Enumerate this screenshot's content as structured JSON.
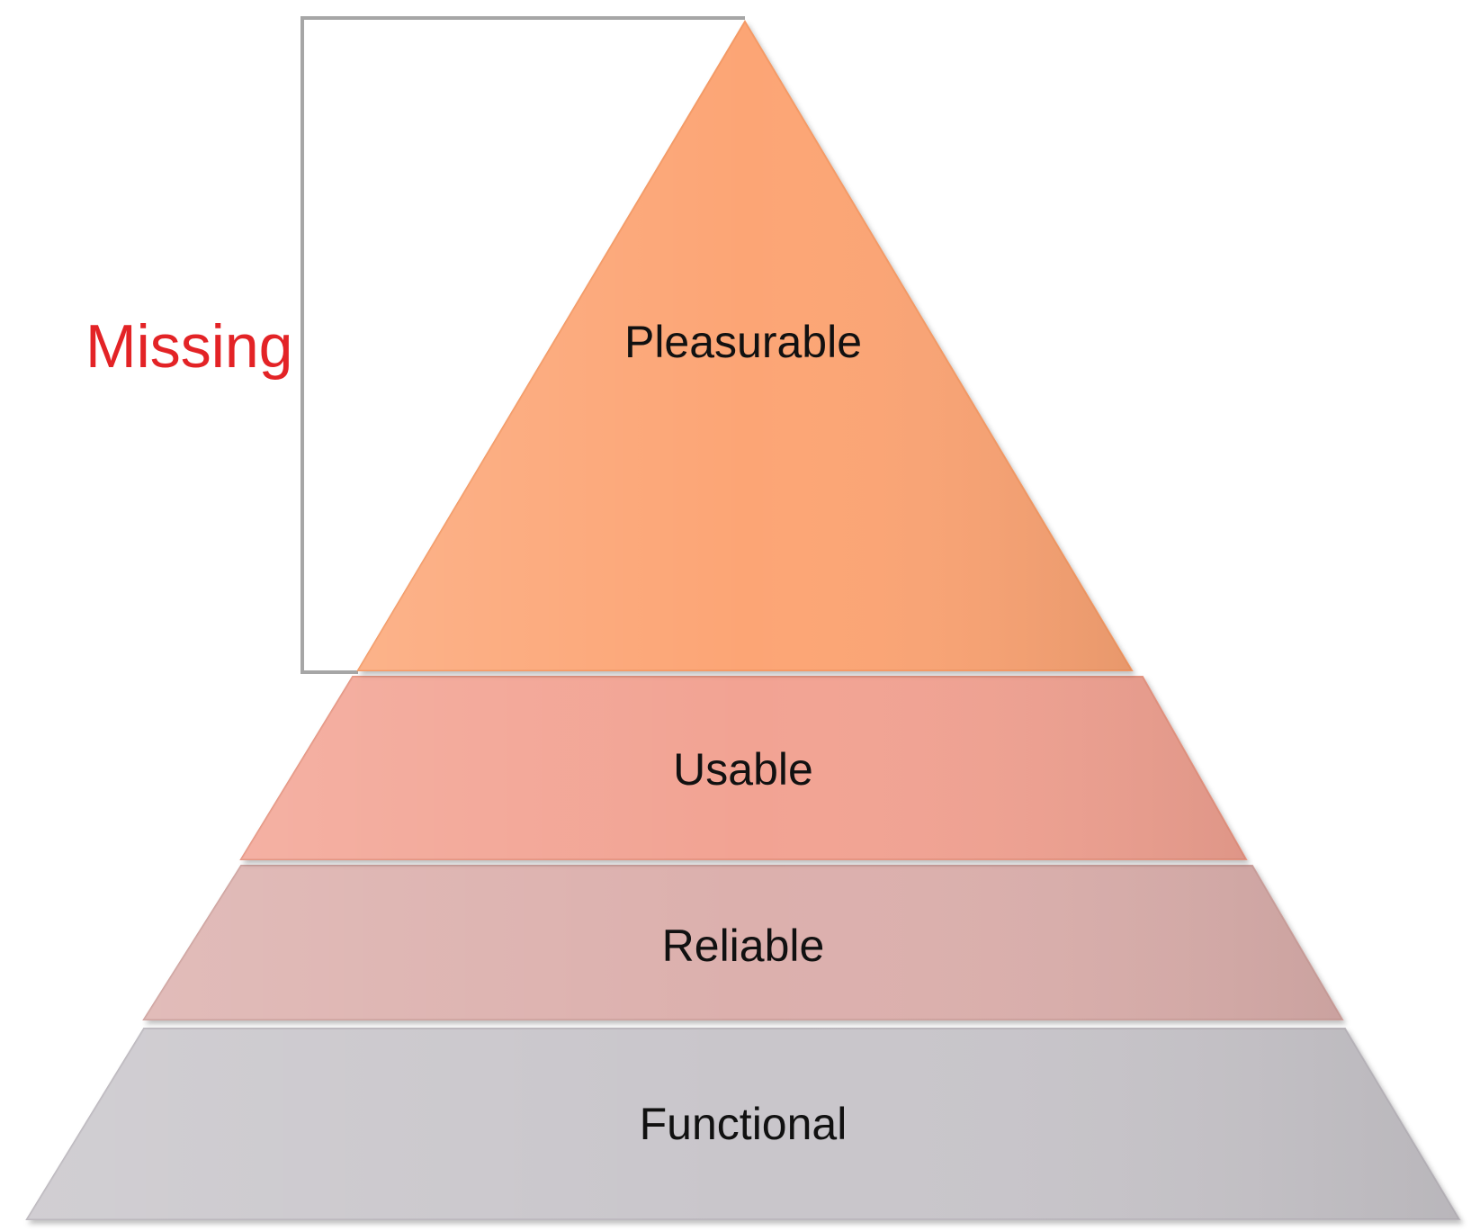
{
  "diagram": {
    "tiers": [
      {
        "id": "pleasurable",
        "label": "Pleasurable",
        "color": "#fca574"
      },
      {
        "id": "usable",
        "label": "Usable",
        "color": "#f2a393"
      },
      {
        "id": "reliable",
        "label": "Reliable",
        "color": "#dcb0ad"
      },
      {
        "id": "functional",
        "label": "Functional",
        "color": "#c9c6cb"
      }
    ],
    "missing_bracket": {
      "label": "Missing",
      "label_color": "#e32326",
      "bracket_color": "#a6a6a6"
    }
  }
}
